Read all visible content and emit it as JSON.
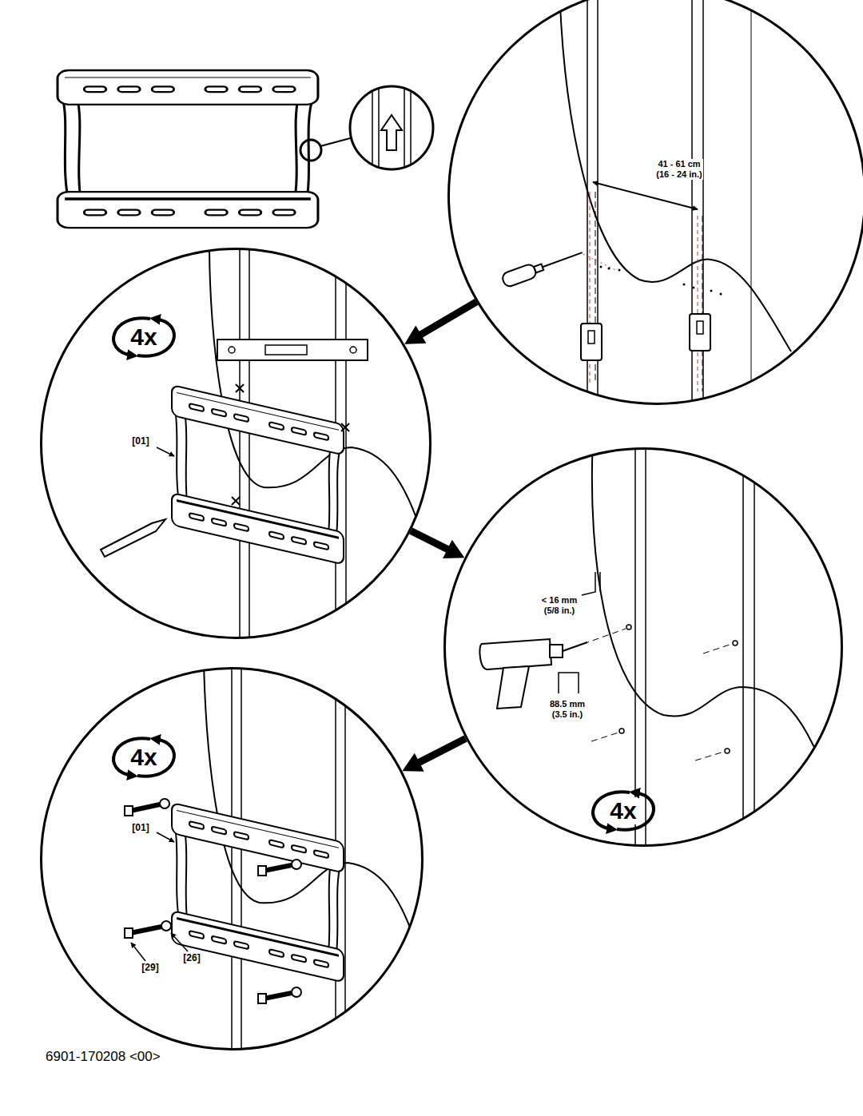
{
  "diagram": {
    "nodes": [
      {
        "text": [
          "41 - 61 cm (16 - 24 in.)"
        ]
      },
      {
        "text": [
          "4x",
          "[01]"
        ]
      },
      {
        "text": [
          "< 16 mm (5/8 in.)",
          "88.5 mm (3.5 in.)",
          "4x"
        ]
      },
      {
        "text": [
          "4x",
          "[01]",
          "[29]",
          "[26]"
        ]
      }
    ],
    "edges": [
      {
        "from": 0,
        "to": 1,
        "arrow": "to"
      },
      {
        "from": 1,
        "to": 2,
        "arrow": "to"
      },
      {
        "from": 2,
        "to": 3,
        "arrow": "to"
      }
    ],
    "labels": [
      "6901-170208 <00>"
    ]
  }
}
